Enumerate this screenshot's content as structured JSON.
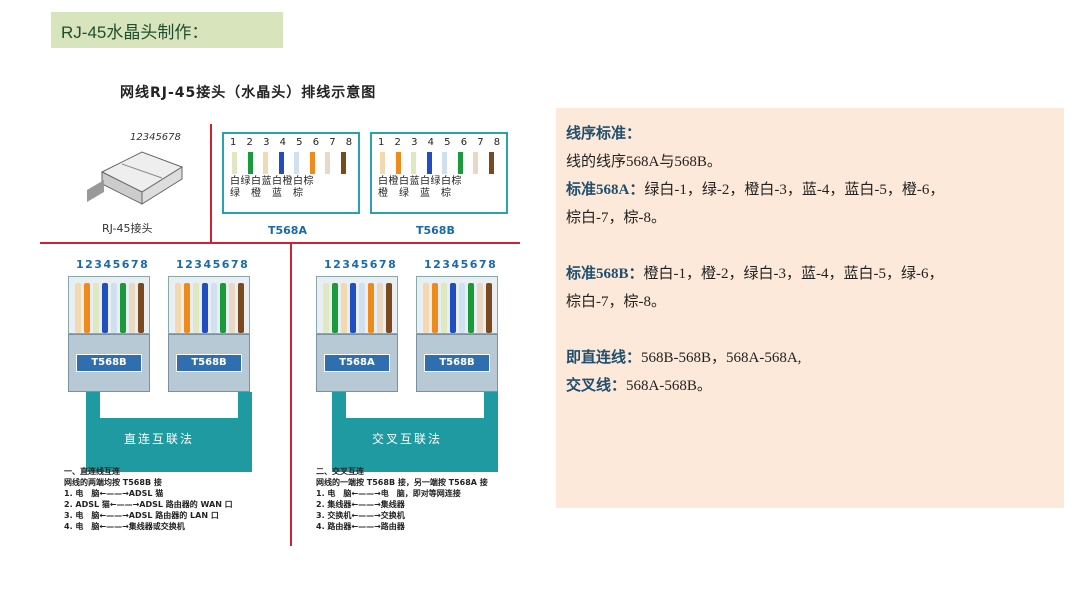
{
  "page_title": "RJ-45水晶头制作：",
  "diagram": {
    "title": "网线RJ-45接头（水晶头）排线示意图",
    "plug_numbers": "12345678",
    "plug_label": "RJ-45接头",
    "std_numbers": "1 2 3 4 5 6 7 8",
    "t568a_names_1": "白绿白蓝白橙白棕",
    "t568a_names_2": "绿　橙　蓝　棕",
    "t568b_names_1": "白橙白蓝白绿白棕",
    "t568b_names_2": "橙　绿　蓝　棕",
    "t568a_label": "T568A",
    "t568b_label": "T568B",
    "pair_numbers": "12345678",
    "tag_b": "T568B",
    "tag_a": "T568A",
    "straight_label": "直连互联法",
    "cross_label": "交叉互联法",
    "straight_notes": [
      "一、直连线互连",
      "网线的两端均按 T568B 接",
      "1.  电　脑←——→ADSL 猫",
      "2.  ADSL 猫←——→ADSL 路由器的 WAN 口",
      "3.  电　脑←——→ADSL 路由器的 LAN 口",
      "4.  电　脑←——→集线器或交换机"
    ],
    "cross_notes": [
      "二、交叉互连",
      "网线的一端按 T568B 接，另一端按 T568A 接",
      "1.  电　脑←——→电　脑，即对等网连接",
      "2.  集线器←——→集线器",
      "3.  交换机←——→交换机",
      "4.  路由器←——→路由器"
    ],
    "colors": {
      "t568a": [
        "#dfe8c0",
        "#1a9a3a",
        "#f2d9b0",
        "#1f4fbf",
        "#cfe0f0",
        "#f08a1a",
        "#e8d8c4",
        "#7a4a1e"
      ],
      "t568b": [
        "#f2d9b0",
        "#f08a1a",
        "#dfe8c0",
        "#1f4fbf",
        "#cfe0f0",
        "#1a9a3a",
        "#e8d8c4",
        "#7a4a1e"
      ]
    }
  },
  "panel": {
    "h1": "线序标准：",
    "l1": "线的线序568A与568B。",
    "h2": "标准568A：",
    "l2": "绿白-1，绿-2，橙白-3，蓝-4，蓝白-5，橙-6，",
    "l2b": "棕白-7，棕-8。",
    "h3": "标准568B：",
    "l3": "橙白-1，橙-2，绿白-3，蓝-4，蓝白-5，绿-6，",
    "l3b": "棕白-7，棕-8。",
    "h4": "即直连线：",
    "l4": "568B-568B，568A-568A,",
    "h5": "交叉线：",
    "l5": "568A-568B。"
  }
}
